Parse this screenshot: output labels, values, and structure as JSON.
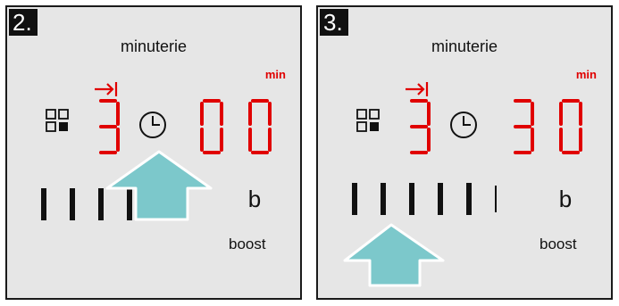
{
  "panels": [
    {
      "step": "2.",
      "title": "minuterie",
      "unit": "min",
      "zone_digit": "3",
      "timer_digits": [
        "0",
        "0"
      ],
      "button_letter": "b",
      "boost_label": "boost",
      "arrow_target": "timer-icon"
    },
    {
      "step": "3.",
      "title": "minuterie",
      "unit": "min",
      "zone_digit": "3",
      "timer_digits": [
        "3",
        "0"
      ],
      "button_letter": "b",
      "boost_label": "boost",
      "arrow_target": "slider"
    }
  ],
  "colors": {
    "display_red": "#e00000",
    "arrow_fill": "#7cc8cb",
    "panel_bg": "#e6e6e6"
  }
}
